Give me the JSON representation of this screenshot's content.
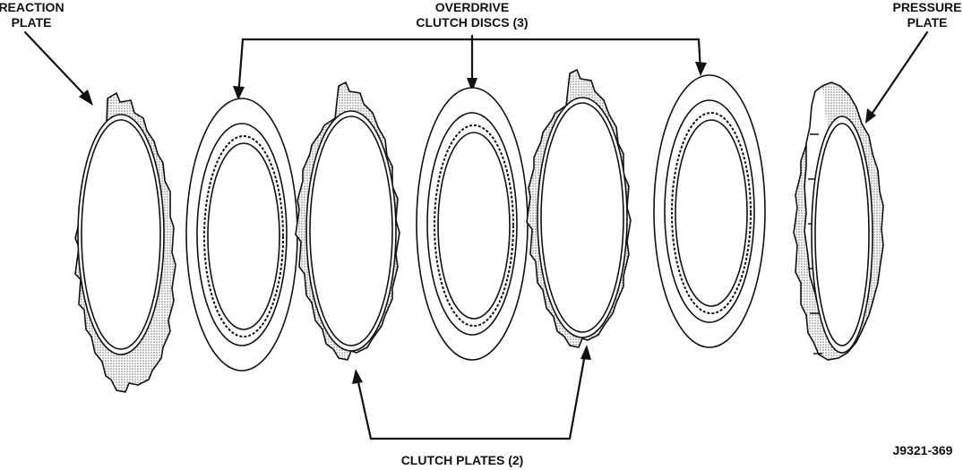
{
  "diagram": {
    "labels": {
      "reaction_plate": [
        "REACTION",
        "PLATE"
      ],
      "overdrive_discs": [
        "OVERDRIVE",
        "CLUTCH DISCS (3)"
      ],
      "pressure_plate": [
        "PRESSURE",
        "PLATE"
      ],
      "clutch_plates": "CLUTCH PLATES (2)",
      "figure_id": "J9321-369"
    },
    "colors": {
      "ink": "#111111",
      "shade": "#9a9a9a"
    }
  }
}
